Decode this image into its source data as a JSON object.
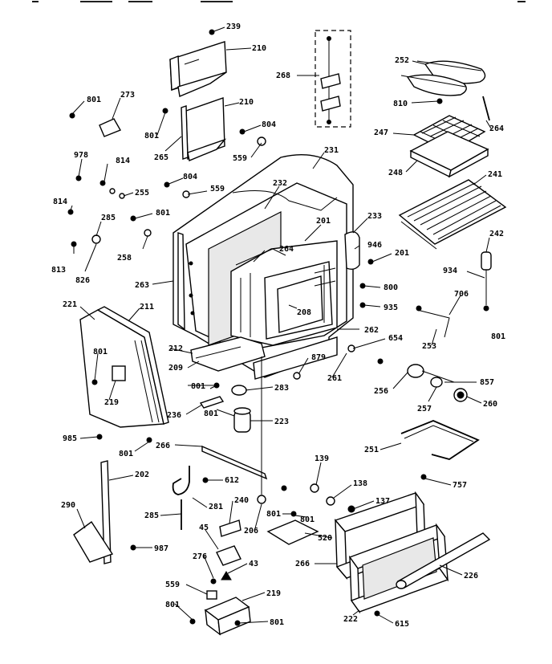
{
  "labels": [
    {
      "id": "l239",
      "text": "239"
    },
    {
      "id": "l210a",
      "text": "210"
    },
    {
      "id": "l268",
      "text": "268"
    },
    {
      "id": "l252",
      "text": "252"
    },
    {
      "id": "l801a",
      "text": "801"
    },
    {
      "id": "l273",
      "text": "273"
    },
    {
      "id": "l210b",
      "text": "210"
    },
    {
      "id": "l810",
      "text": "810"
    },
    {
      "id": "l801b",
      "text": "801"
    },
    {
      "id": "l804a",
      "text": "804"
    },
    {
      "id": "l264",
      "text": "264"
    },
    {
      "id": "l265",
      "text": "265"
    },
    {
      "id": "l247",
      "text": "247"
    },
    {
      "id": "l559a",
      "text": "559"
    },
    {
      "id": "l978",
      "text": "978"
    },
    {
      "id": "l231",
      "text": "231"
    },
    {
      "id": "l814",
      "text": "814"
    },
    {
      "id": "l248",
      "text": "248"
    },
    {
      "id": "l804b",
      "text": "804"
    },
    {
      "id": "l241",
      "text": "241"
    },
    {
      "id": "l255",
      "text": "255"
    },
    {
      "id": "l232",
      "text": "232"
    },
    {
      "id": "l559b",
      "text": "559"
    },
    {
      "id": "l814b",
      "text": "814"
    },
    {
      "id": "l801c",
      "text": "801"
    },
    {
      "id": "l233",
      "text": "233"
    },
    {
      "id": "l285",
      "text": "285"
    },
    {
      "id": "l201a",
      "text": "201"
    },
    {
      "id": "l242",
      "text": "242"
    },
    {
      "id": "l946",
      "text": "946"
    },
    {
      "id": "l813",
      "text": "813"
    },
    {
      "id": "l258",
      "text": "258"
    },
    {
      "id": "l264b",
      "text": "264"
    },
    {
      "id": "l201b",
      "text": "201"
    },
    {
      "id": "l826",
      "text": "826"
    },
    {
      "id": "l934",
      "text": "934"
    },
    {
      "id": "l263",
      "text": "263"
    },
    {
      "id": "l208",
      "text": "208"
    },
    {
      "id": "l800",
      "text": "800"
    },
    {
      "id": "l221",
      "text": "221"
    },
    {
      "id": "l211",
      "text": "211"
    },
    {
      "id": "l706",
      "text": "706"
    },
    {
      "id": "l935",
      "text": "935"
    },
    {
      "id": "l801d",
      "text": "801"
    },
    {
      "id": "l253",
      "text": "253"
    },
    {
      "id": "l262",
      "text": "262"
    },
    {
      "id": "l212",
      "text": "212"
    },
    {
      "id": "l654",
      "text": "654"
    },
    {
      "id": "l801e",
      "text": "801"
    },
    {
      "id": "l209",
      "text": "209"
    },
    {
      "id": "l879",
      "text": "879"
    },
    {
      "id": "l261",
      "text": "261"
    },
    {
      "id": "l219a",
      "text": "219"
    },
    {
      "id": "l857",
      "text": "857"
    },
    {
      "id": "l801f",
      "text": "801"
    },
    {
      "id": "l283",
      "text": "283"
    },
    {
      "id": "l256",
      "text": "256"
    },
    {
      "id": "l236",
      "text": "236"
    },
    {
      "id": "l257",
      "text": "257"
    },
    {
      "id": "l801g",
      "text": "801"
    },
    {
      "id": "l260",
      "text": "260"
    },
    {
      "id": "l223",
      "text": "223"
    },
    {
      "id": "l985",
      "text": "985"
    },
    {
      "id": "l801h",
      "text": "801"
    },
    {
      "id": "l266a",
      "text": "266"
    },
    {
      "id": "l251",
      "text": "251"
    },
    {
      "id": "l139",
      "text": "139"
    },
    {
      "id": "l202",
      "text": "202"
    },
    {
      "id": "l612",
      "text": "612"
    },
    {
      "id": "l138",
      "text": "138"
    },
    {
      "id": "l757",
      "text": "757"
    },
    {
      "id": "l290",
      "text": "290"
    },
    {
      "id": "l281",
      "text": "281"
    },
    {
      "id": "l240",
      "text": "240"
    },
    {
      "id": "l137",
      "text": "137"
    },
    {
      "id": "l285b",
      "text": "285"
    },
    {
      "id": "l801i",
      "text": "801"
    },
    {
      "id": "l45",
      "text": "45"
    },
    {
      "id": "l206",
      "text": "206"
    },
    {
      "id": "l801j",
      "text": "801"
    },
    {
      "id": "l520",
      "text": "520"
    },
    {
      "id": "l987",
      "text": "987"
    },
    {
      "id": "l276",
      "text": "276"
    },
    {
      "id": "l43",
      "text": "43"
    },
    {
      "id": "l266b",
      "text": "266"
    },
    {
      "id": "l226",
      "text": "226"
    },
    {
      "id": "l559c",
      "text": "559"
    },
    {
      "id": "l219b",
      "text": "219"
    },
    {
      "id": "l801k",
      "text": "801"
    },
    {
      "id": "l222",
      "text": "222"
    },
    {
      "id": "l801l",
      "text": "801"
    },
    {
      "id": "l615",
      "text": "615"
    }
  ]
}
